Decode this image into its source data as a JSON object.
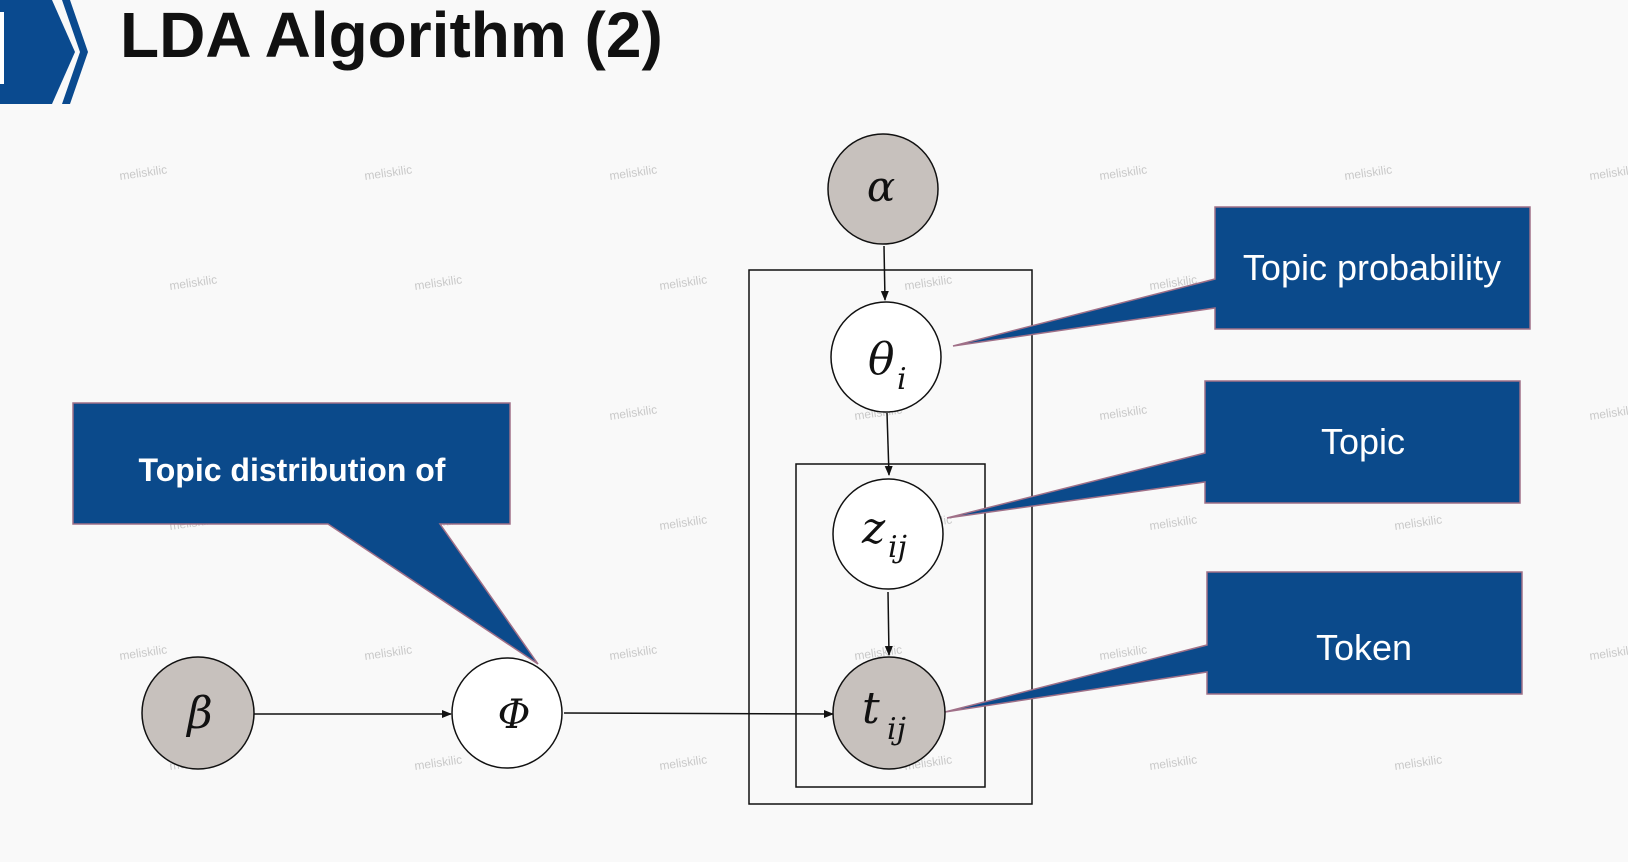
{
  "slide": {
    "title": "LDA Algorithm (2)"
  },
  "colors": {
    "background": "#f9f9f9",
    "brand_blue": "#0a4a8f",
    "callout_blue": "#0b4a8b",
    "callout_border": "#a07088",
    "observed_fill": "#c7c1bd",
    "latent_fill": "#ffffff",
    "stroke": "#111111"
  },
  "nodes": {
    "alpha": {
      "symbol": "α",
      "observed": true
    },
    "theta": {
      "symbol": "θ",
      "subscript": "i",
      "observed": false
    },
    "z": {
      "symbol": "z",
      "subscript": "ij",
      "observed": false
    },
    "t": {
      "symbol": "t",
      "subscript": "ij",
      "observed": true
    },
    "beta": {
      "symbol": "β",
      "observed": true
    },
    "phi": {
      "symbol": "Φ",
      "observed": false
    }
  },
  "callouts": {
    "topic_probability": "Topic probability",
    "topic": "Topic",
    "token": "Token",
    "topic_distribution": "Topic distribution of"
  },
  "watermark": "meliskilic"
}
